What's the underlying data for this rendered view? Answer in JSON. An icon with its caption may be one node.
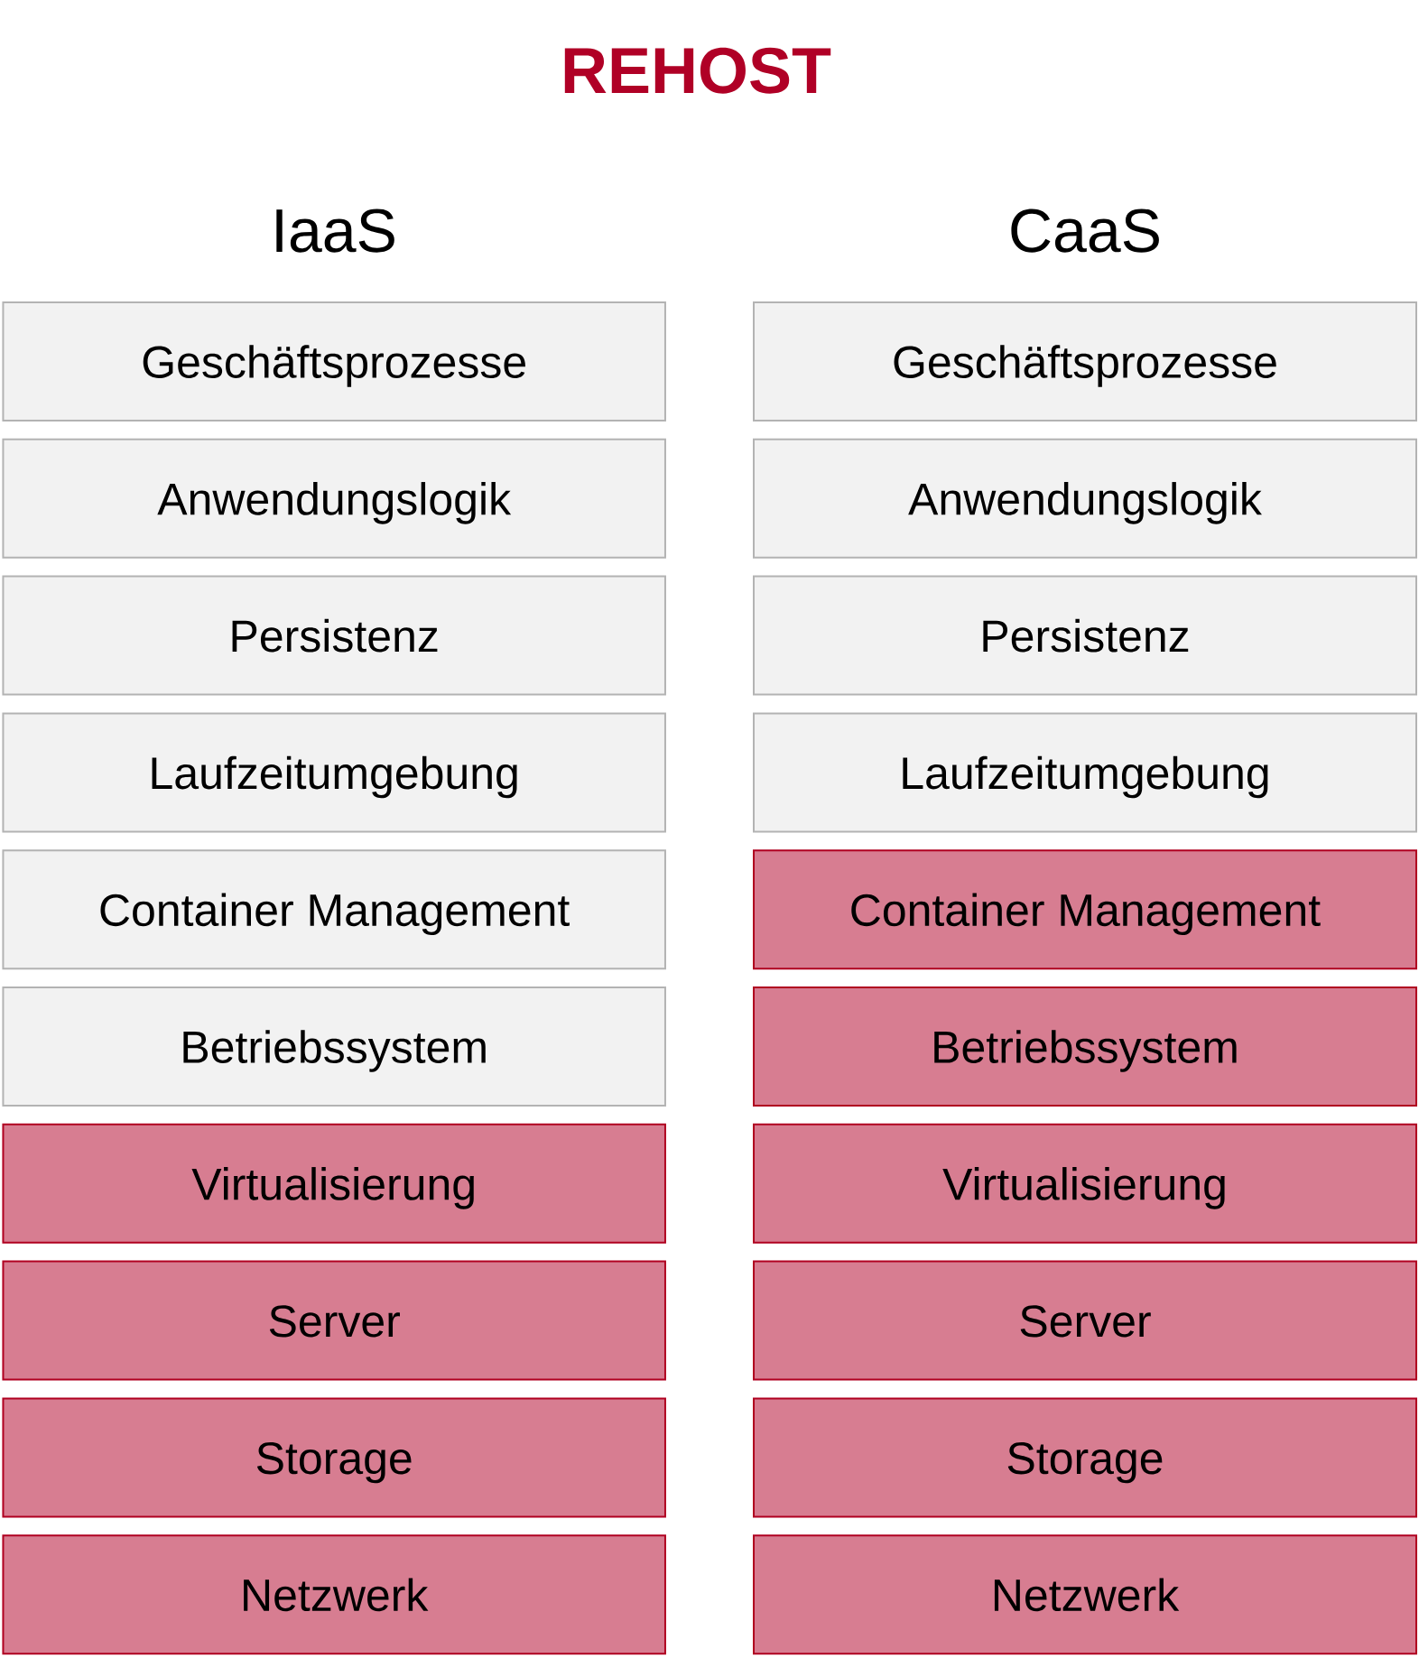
{
  "diagram": {
    "title": "REHOST",
    "nodes": [
      {
        "text": [
          "Geschäftsprozesse"
        ]
      },
      {
        "text": [
          "Anwendungslogik"
        ]
      },
      {
        "text": [
          "Persistenz"
        ]
      },
      {
        "text": [
          "Laufzeitumgebung"
        ]
      },
      {
        "text": [
          "Container Management"
        ]
      },
      {
        "text": [
          "Betriebssystem"
        ]
      },
      {
        "text": [
          "Virtualisierung"
        ]
      },
      {
        "text": [
          "Server"
        ]
      },
      {
        "text": [
          "Storage"
        ]
      },
      {
        "text": [
          "Netzwerk"
        ]
      },
      {
        "text": [
          "Geschäftsprozesse"
        ]
      },
      {
        "text": [
          "Anwendungslogik"
        ]
      },
      {
        "text": [
          "Persistenz"
        ]
      },
      {
        "text": [
          "Laufzeitumgebung"
        ]
      },
      {
        "text": [
          "Container Management"
        ]
      },
      {
        "text": [
          "Betriebssystem"
        ]
      },
      {
        "text": [
          "Virtualisierung"
        ]
      },
      {
        "text": [
          "Server"
        ]
      },
      {
        "text": [
          "Storage"
        ]
      },
      {
        "text": [
          "Netzwerk"
        ]
      }
    ],
    "labels": [
      "IaaS",
      "CaaS"
    ]
  }
}
